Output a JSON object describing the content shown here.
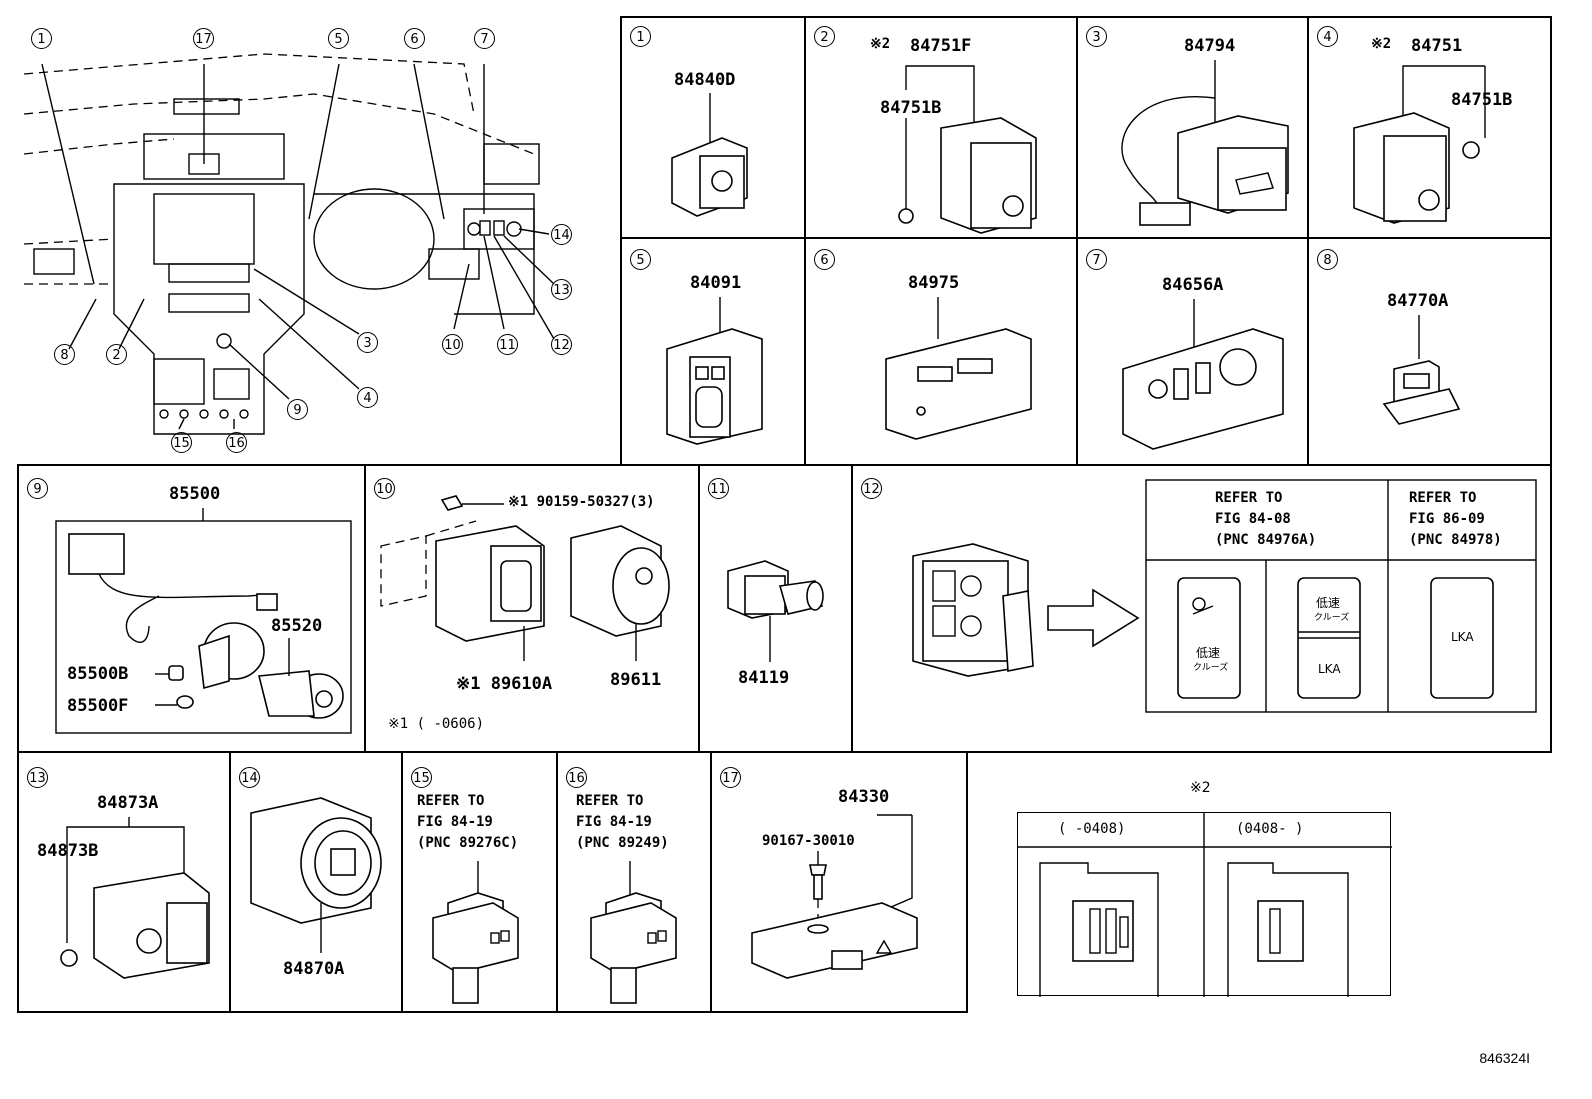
{
  "overview": {
    "callouts": [
      "1",
      "17",
      "5",
      "6",
      "7",
      "14",
      "13",
      "12",
      "11",
      "10",
      "3",
      "4",
      "9",
      "2",
      "8",
      "15",
      "16"
    ]
  },
  "cells": [
    {
      "num": "1",
      "labels": [
        "84840D"
      ]
    },
    {
      "num": "2",
      "mark": "※2",
      "labels": [
        "84751F",
        "84751B"
      ]
    },
    {
      "num": "3",
      "labels": [
        "84794"
      ]
    },
    {
      "num": "4",
      "mark": "※2",
      "labels": [
        "84751",
        "84751B"
      ]
    },
    {
      "num": "5",
      "labels": [
        "84091"
      ]
    },
    {
      "num": "6",
      "labels": [
        "84975"
      ]
    },
    {
      "num": "7",
      "labels": [
        "84656A"
      ]
    },
    {
      "num": "8",
      "labels": [
        "84770A"
      ]
    },
    {
      "num": "9",
      "labels": [
        "85500",
        "85520",
        "85500B",
        "85500F"
      ]
    },
    {
      "num": "10",
      "labels": [
        "※1 90159-50327(3)",
        "※1 89610A",
        "89611",
        "※1 ( -0606)"
      ]
    },
    {
      "num": "11",
      "labels": [
        "84119"
      ]
    },
    {
      "num": "12",
      "refs": [
        {
          "line1": "REFER TO",
          "line2": "FIG 84-08",
          "line3": "(PNC 84976A)"
        },
        {
          "line1": "REFER TO",
          "line2": "FIG 86-09",
          "line3": "(PNC 84978)"
        }
      ],
      "switch_text": [
        "低速",
        "クルーズ",
        "低速",
        "クルーズ",
        "LKA",
        "LKA"
      ]
    },
    {
      "num": "13",
      "labels": [
        "84873A",
        "84873B"
      ]
    },
    {
      "num": "14",
      "labels": [
        "84870A"
      ]
    },
    {
      "num": "15",
      "ref": {
        "line1": "REFER TO",
        "line2": "FIG 84-19",
        "line3": "(PNC 89276C)"
      }
    },
    {
      "num": "16",
      "ref": {
        "line1": "REFER TO",
        "line2": "FIG 84-19",
        "line3": "(PNC 89249)"
      }
    },
    {
      "num": "17",
      "labels": [
        "84330",
        "90167-30010"
      ]
    }
  ],
  "note2": {
    "mark": "※2",
    "left": "( -0408)",
    "right": "(0408- )"
  },
  "doc_id": "846324I"
}
